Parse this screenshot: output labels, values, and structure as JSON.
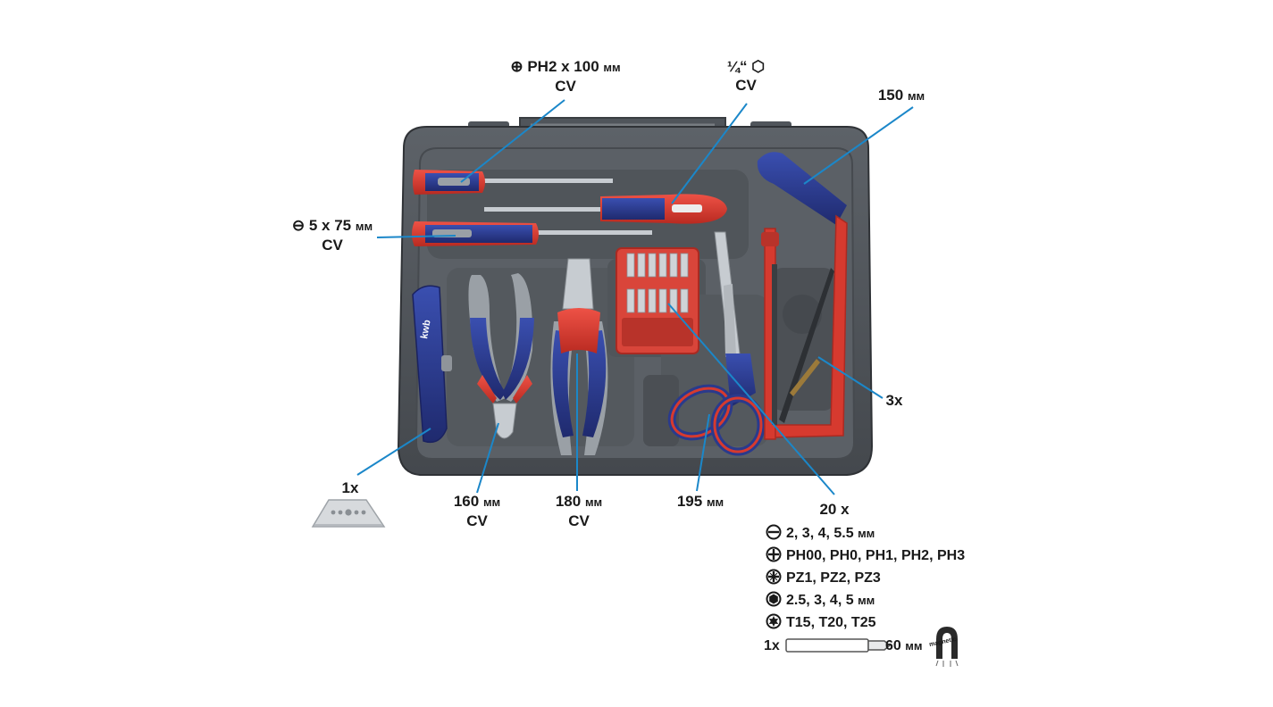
{
  "colors": {
    "case_dark": "#4a4f55",
    "case_mid": "#61666c",
    "case_light": "#767b80",
    "tool_red": "#d63a2f",
    "tool_blue": "#2a3a8c",
    "tool_grey": "#9aa0a6",
    "callout": "#1b87c9",
    "steel": "#c7ccd1"
  },
  "callouts": {
    "ph2": {
      "prefix_icon": "phillips-icon",
      "main": "PH2 x 100",
      "unit": "мм",
      "line2": "CV"
    },
    "hex": {
      "main": "¼“",
      "suffix_icon": "hexagon-icon",
      "line2": "CV"
    },
    "saw": {
      "main": "150",
      "unit": "мм"
    },
    "slot": {
      "prefix_icon": "slotted-icon",
      "main": "5 x 75",
      "unit": "мм",
      "line2": "CV"
    },
    "blades": {
      "main": "3x"
    },
    "knife_blade": {
      "main": "1x"
    },
    "pliers160": {
      "main": "160",
      "unit": "мм",
      "line2": "CV"
    },
    "pliers180": {
      "main": "180",
      "unit": "мм",
      "line2": "CV"
    },
    "scissors": {
      "main": "195",
      "unit": "мм"
    },
    "bits": {
      "main": "20 x"
    }
  },
  "bit_specs": [
    {
      "icon": "slotted-icon",
      "text": "2, 3, 4, 5.5",
      "unit": "мм"
    },
    {
      "icon": "phillips-icon",
      "text": "PH00, PH0, PH1, PH2, PH3",
      "unit": ""
    },
    {
      "icon": "pozidriv-icon",
      "text": "PZ1, PZ2, PZ3",
      "unit": ""
    },
    {
      "icon": "hex-socket-icon",
      "text": "2.5, 3, 4, 5",
      "unit": "мм"
    },
    {
      "icon": "torx-icon",
      "text": "T15, T20, T25",
      "unit": ""
    }
  ],
  "bit_holder": {
    "count": "1x",
    "length": "60",
    "unit": "мм",
    "magnet_label": "magnetic"
  },
  "brand": "kwb"
}
